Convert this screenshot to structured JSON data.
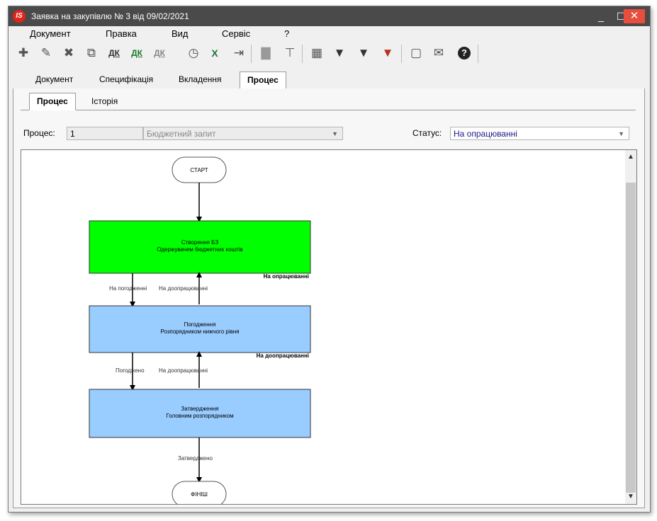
{
  "window": {
    "title": "Заявка на закупівлю № 3 від 09/02/2021",
    "logo_text": "IS",
    "minimize": "_",
    "maximize": "☐",
    "close": "✕"
  },
  "menu": [
    "Документ",
    "Правка",
    "Вид",
    "Сервіс",
    "?"
  ],
  "toolbar": {
    "icons": [
      "create-icon",
      "edit-icon",
      "delete-icon",
      "copy-icon",
      "dk-icon",
      "dk-post-icon",
      "dk-unpost-icon",
      "history-clock-icon",
      "excel-export-icon",
      "exit-icon",
      "save-icon",
      "hierarchy-icon",
      "grid-icon",
      "filter-icon",
      "filter-apply-icon",
      "filter-clear-icon",
      "document-view-icon",
      "mail-icon",
      "help-icon"
    ],
    "glyphs": [
      "✚",
      "✎",
      "✖",
      "⧉",
      "ДК",
      "ДК",
      "ДК",
      "◷",
      "X",
      "⇥",
      "▇",
      "⊤",
      "▦",
      "▼",
      "▼",
      "▼",
      "▢",
      "✉",
      "?"
    ]
  },
  "tabs": [
    "Документ",
    "Специфікація",
    "Вкладення",
    "Процес"
  ],
  "active_tab": "Процес",
  "subtabs": [
    "Процес",
    "Історія"
  ],
  "active_subtab": "Процес",
  "process": {
    "label": "Процес:",
    "id": "1",
    "name": "Бюджетний запит"
  },
  "status": {
    "label": "Статус:",
    "value": "На опрацюванні"
  },
  "flowchart": {
    "start": "СТАРТ",
    "finish": "ФІНІШ",
    "steps": [
      {
        "line1": "Створення БЗ",
        "line2": "Одержувачем бюджетних коштів",
        "color": "#00ff00",
        "note": "На опрацюванні"
      },
      {
        "line1": "Погодження",
        "line2": "Розпорядником нижчого рівня",
        "color": "#99ccff",
        "note": "На доопрацюванні"
      },
      {
        "line1": "Затвердження",
        "line2": "Головним розпорядником",
        "color": "#99ccff",
        "note": ""
      }
    ],
    "edges": {
      "to_step2": "На погодженні",
      "back_from_step2": "На доопрацюванні",
      "to_step3": "Погоджено",
      "back_from_step3": "На доопрацюванні",
      "to_finish": "Затверджено"
    }
  }
}
